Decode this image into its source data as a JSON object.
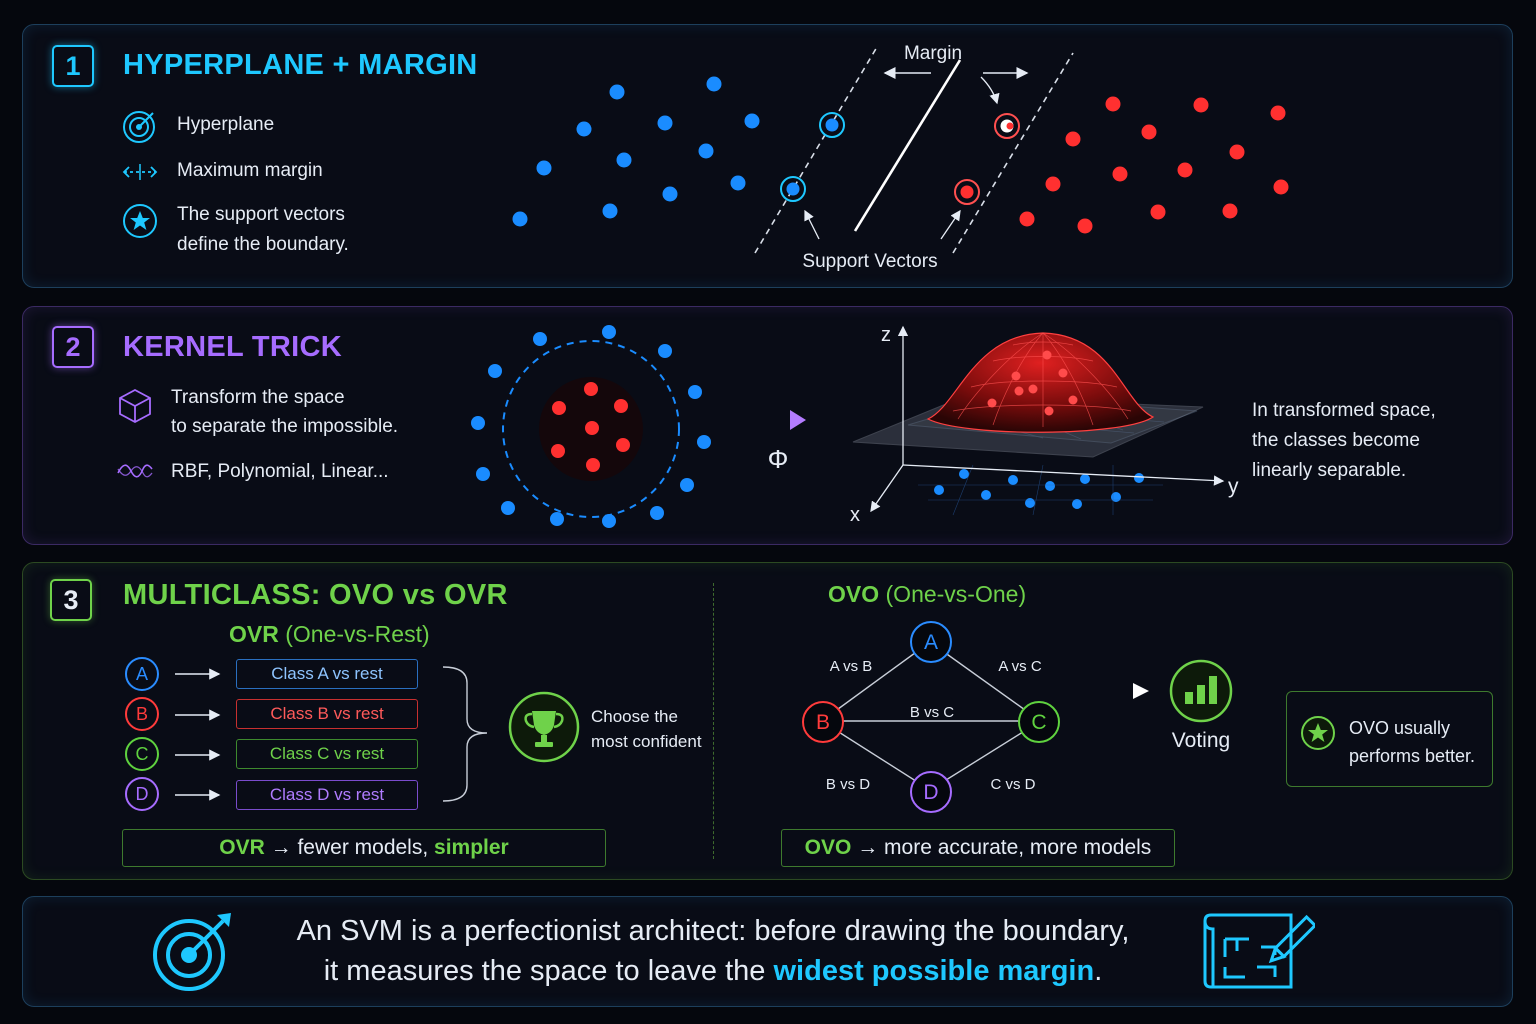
{
  "panel1": {
    "number": "1",
    "title": "HYPERPLANE + MARGIN",
    "legend": {
      "hyperplane": "Hyperplane",
      "margin": "Maximum margin",
      "support_line1": "The support vectors",
      "support_line2": "define the boundary."
    },
    "diagram": {
      "margin_label": "Margin",
      "support_label": "Support Vectors"
    },
    "colors": {
      "accent": "#1ec8ff",
      "blue_class": "#1a8cff",
      "red_class": "#ff3030"
    }
  },
  "panel2": {
    "number": "2",
    "title": "KERNEL TRICK",
    "line1": "Transform the space",
    "line2": "to separate the impossible.",
    "kernels": "RBF, Polynomial, Linear...",
    "phi": "Φ",
    "axis_z": "z",
    "axis_x": "x",
    "axis_y": "y",
    "note_line1": "In transformed space,",
    "note_line2": "the classes become",
    "note_line3": "linearly separable.",
    "colors": {
      "accent": "#a66cff"
    }
  },
  "panel3": {
    "number": "3",
    "title": "MULTICLASS: OVO vs OVR",
    "ovr": {
      "heading_bold": "OVR",
      "heading_rest": "(One-vs-Rest)",
      "classes": [
        {
          "letter": "A",
          "label": "Class A vs rest",
          "color": "#2a8cff"
        },
        {
          "letter": "B",
          "label": "Class B vs rest",
          "color": "#ff3b3b"
        },
        {
          "letter": "C",
          "label": "Class C vs rest",
          "color": "#5fd23f"
        },
        {
          "letter": "D",
          "label": "Class D vs rest",
          "color": "#a66cff"
        }
      ],
      "choose_line1": "Choose the",
      "choose_line2": "most confident",
      "summary_bold": "OVR",
      "summary_mid": "→ fewer models,",
      "summary_end": "simpler"
    },
    "ovo": {
      "heading_bold": "OVO",
      "heading_rest": "(One-vs-One)",
      "nodes": [
        "A",
        "B",
        "C",
        "D"
      ],
      "edges": [
        "A vs B",
        "A vs C",
        "B vs C",
        "B vs D",
        "C vs D"
      ],
      "voting": "Voting",
      "callout_line1": "OVO usually",
      "callout_line2": "performs better.",
      "summary_bold": "OVO",
      "summary_rest": "→ more accurate, more models"
    },
    "colors": {
      "accent": "#6fd24a"
    }
  },
  "footer": {
    "line1": "An SVM is a perfectionist architect: before drawing the boundary,",
    "line2_start": "it measures the space to leave the",
    "line2_highlight": "widest possible margin",
    "line2_end": ".",
    "colors": {
      "highlight": "#1ec8ff"
    }
  }
}
